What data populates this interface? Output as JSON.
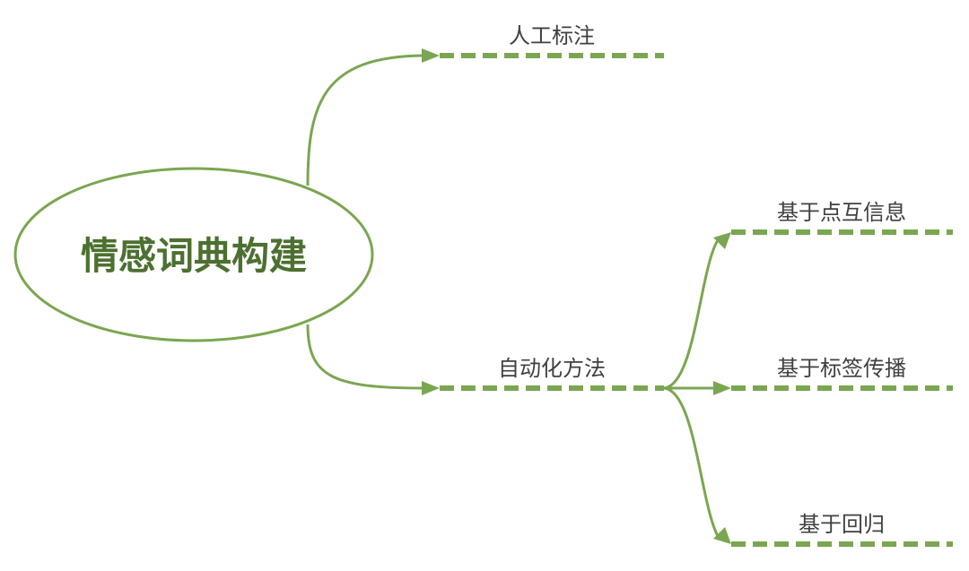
{
  "center": {
    "label": "情感词典构建"
  },
  "branches": [
    {
      "label": "人工标注"
    },
    {
      "label": "自动化方法"
    }
  ],
  "sub_branches": [
    {
      "label": "基于点互信息"
    },
    {
      "label": "基于标签传播"
    },
    {
      "label": "基于回归"
    }
  ],
  "colors": {
    "line": "#7aa651",
    "center_text": "#4c7030",
    "branch_text": "#404040"
  }
}
